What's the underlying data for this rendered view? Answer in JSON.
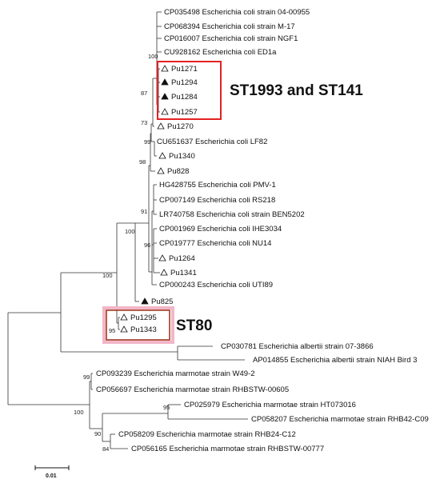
{
  "leaves": {
    "cp035498": "CP035498 Escherichia coli strain 04-00955",
    "cp068394": "CP068394 Escherichia coli strain M-17",
    "cp016007": "CP016007 Escherichia coli strain NGF1",
    "cu928162": "CU928162 Escherichia coli ED1a",
    "pu1271": "Pu1271",
    "pu1294": "Pu1294",
    "pu1284": "Pu1284",
    "pu1257": "Pu1257",
    "pu1270": "Pu1270",
    "cu651637": "CU651637 Escherichia coli LF82",
    "pu1340": "Pu1340",
    "pu828": "Pu828",
    "hg428755": "HG428755 Escherichia coli PMV-1",
    "cp007149": "CP007149 Escherichia coli RS218",
    "lr740758": "LR740758 Escherichia coli strain BEN5202",
    "cp001969": "CP001969 Escherichia coli IHE3034",
    "cp019777": "CP019777 Escherichia coli NU14",
    "pu1264": "Pu1264",
    "pu1341": "Pu1341",
    "cp000243": "CP000243 Escherichia coli UTI89",
    "pu825": "Pu825",
    "pu1295": "Pu1295",
    "pu1343": "Pu1343",
    "cp030781": "CP030781 Escherichia albertii strain 07-3866",
    "ap014855": "AP014855 Escherichia albertii strain NIAH Bird 3",
    "cp093239": "CP093239 Escherichia marmotae strain W49-2",
    "cp056697": "CP056697 Escherichia marmotae strain RHBSTW-00605",
    "cp025979": "CP025979 Escherichia marmotae strain HT073016",
    "cp058207": "CP058207 Escherichia marmotae strain RHB42-C09",
    "cp058209": "CP058209 Escherichia marmotae strain RHB24-C12",
    "cp056165": "CP056165 Escherichia marmotae strain RHBSTW-00777"
  },
  "bootstrap": {
    "b100_top": "100",
    "b87": "87",
    "b73": "73",
    "b99_lf82": "99",
    "b98": "98",
    "b91": "91",
    "b96": "96",
    "b100_inner": "100",
    "b100_ecoli": "100",
    "b95_st80": "95",
    "b99_marm": "99",
    "b100_marm": "100",
    "b95_marm": "95",
    "b90": "90",
    "b84": "84"
  },
  "highlights": {
    "st1993_label": "ST1993 and ST141",
    "st80_label": "ST80"
  },
  "scale_bar": {
    "label": "0.01"
  },
  "symbols": {
    "open_triangle": "open-triangle",
    "filled_triangle": "filled-triangle"
  },
  "colors": {
    "box_st1993": "#e32222",
    "box_st80": "#9e3a1e",
    "st80_glow": "#f2b6c8",
    "branch": "#333333"
  }
}
